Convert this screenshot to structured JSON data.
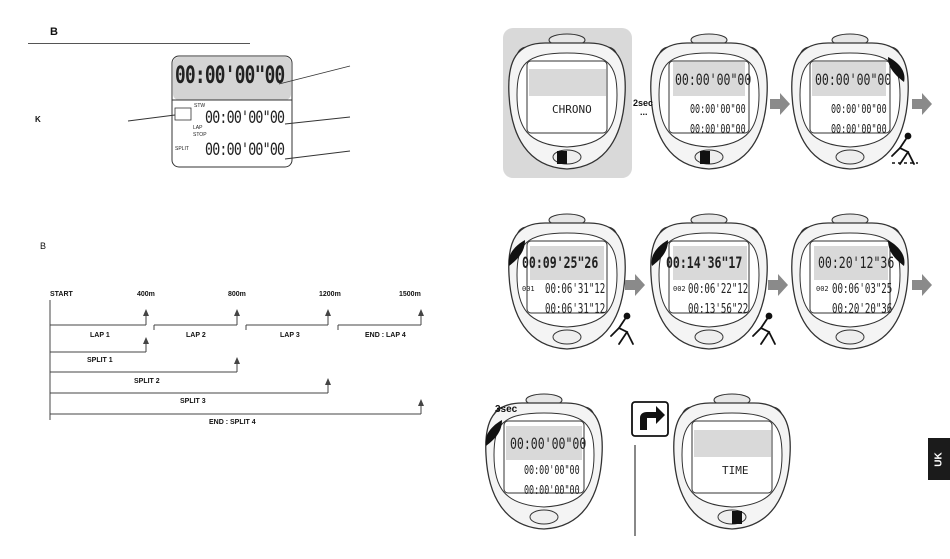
{
  "diagram": {
    "section_letter": "B",
    "key_letter": "K",
    "display_main": "00:00'00\"00",
    "lcd_mark_stw": "STW",
    "lcd_mark_lap": "LAP",
    "lcd_mark_stop": "STOP",
    "lcd_mark_split": "SPLIT",
    "display_lap": "00:00'00\"00",
    "display_split": "00:00'00\"00"
  },
  "timeline": {
    "section_letter": "B",
    "markers": [
      "START",
      "400m",
      "800m",
      "1200m",
      "1500m"
    ],
    "laps": [
      "LAP 1",
      "LAP 2",
      "LAP 3",
      "END : LAP 4"
    ],
    "splits": [
      "SPLIT 1",
      "SPLIT 2",
      "SPLIT 3",
      "END : SPLIT 4"
    ]
  },
  "watches": {
    "w1_text": "CHRONO",
    "delay_1": "2sec",
    "delay_1_dots": "...",
    "w2_main": "00:00'00\"00",
    "w2_lap": "00:00'00\"00",
    "w2_split": "00:00'00\"00",
    "w3_main": "00:00'00\"00",
    "w3_lap": "00:00'00\"00",
    "w3_split": "00:00'00\"00",
    "w4_main": "00:09'25\"26",
    "w4_idx": "001",
    "w4_lap": "00:06'31\"12",
    "w4_split": "00:06'31\"12",
    "w5_main": "00:14'36\"17",
    "w5_idx": "002",
    "w5_lap": "00:06'22\"12",
    "w5_split": "00:13'56\"22",
    "w6_main": "00:20'12\"36",
    "w6_idx": "002",
    "w6_lap": "00:06'03\"25",
    "w6_split": "00:20'20\"36",
    "delay_2": "3sec",
    "w7_main": "00:00'00\"00",
    "w7_lap": "00:00'00\"00",
    "w7_split": "00:00'00\"00",
    "w8_text": "TIME"
  },
  "page_tab": "UK",
  "colors": {
    "arrow_gray": "#8a8a8a",
    "panel_gray": "#d9d9d9",
    "tab_black": "#1b1b1b"
  }
}
